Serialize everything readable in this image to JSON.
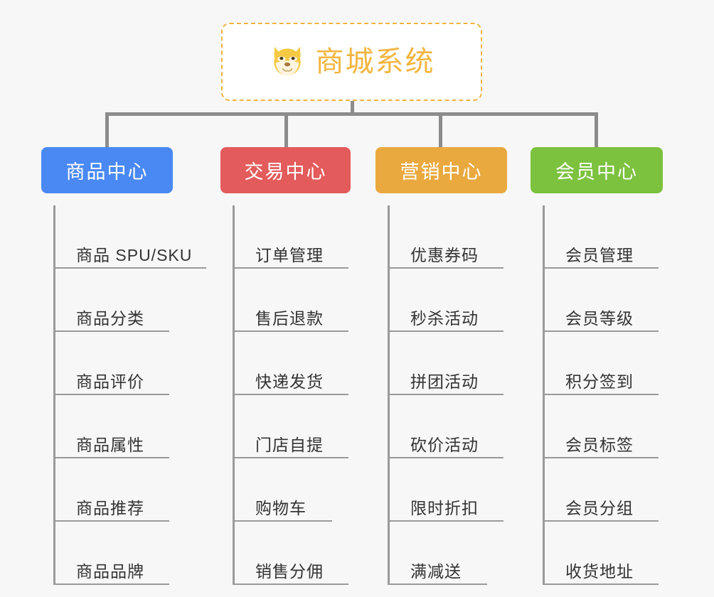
{
  "diagram": {
    "title": "商城系统",
    "type": "mind-map",
    "background_color": "#f7f7f7"
  },
  "root": {
    "label": "商城系统",
    "icon": "shiba-dog-face-icon",
    "text_color": "#f3b53f",
    "border_color": "#f0b441",
    "fill_color": "#ffffff"
  },
  "connector_color": "#8c8c8c",
  "branches": [
    {
      "label": "商品中心",
      "color": "#4a89f3",
      "leaves": [
        "商品 SPU/SKU",
        "商品分类",
        "商品评价",
        "商品属性",
        "商品推荐",
        "商品品牌"
      ]
    },
    {
      "label": "交易中心",
      "color": "#e35b5b",
      "leaves": [
        "订单管理",
        "售后退款",
        "快递发货",
        "门店自提",
        "购物车",
        "销售分佣"
      ]
    },
    {
      "label": "营销中心",
      "color": "#eaa93f",
      "leaves": [
        "优惠券码",
        "秒杀活动",
        "拼团活动",
        "砍价活动",
        "限时折扣",
        "满减送"
      ]
    },
    {
      "label": "会员中心",
      "color": "#7cc23f",
      "leaves": [
        "会员管理",
        "会员等级",
        "积分签到",
        "会员标签",
        "会员分组",
        "收货地址"
      ]
    }
  ]
}
